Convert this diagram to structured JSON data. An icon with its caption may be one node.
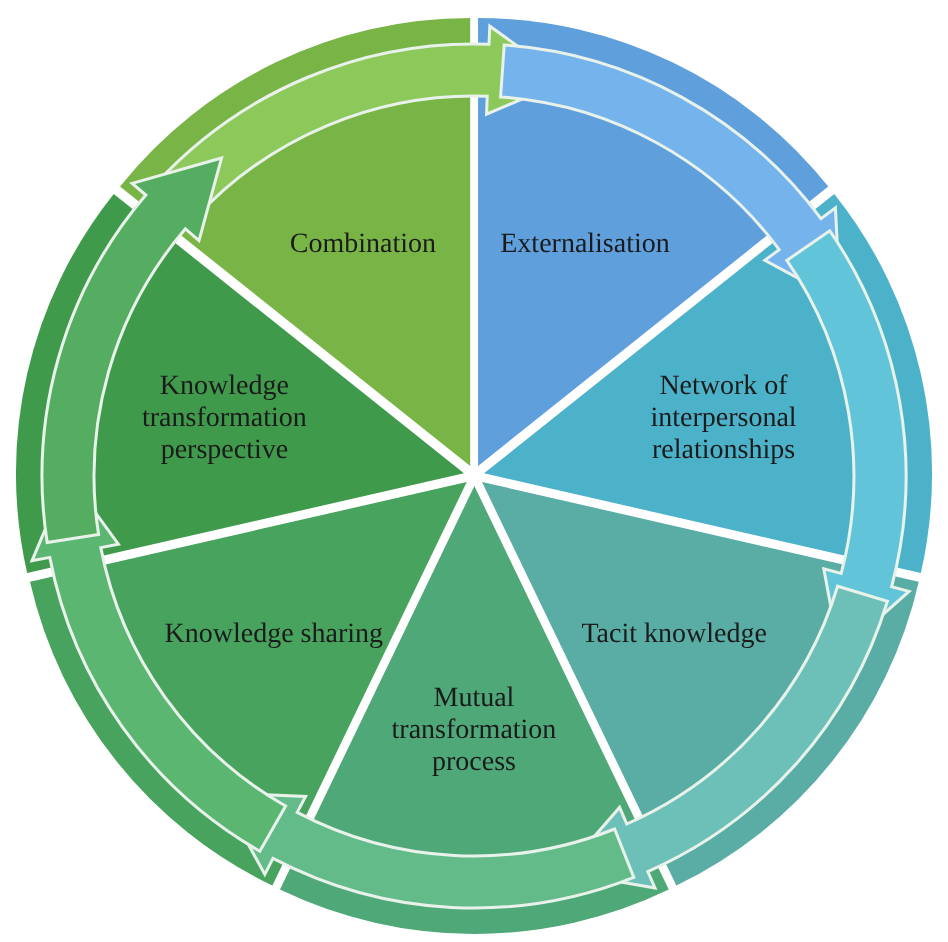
{
  "diagram": {
    "nodes": [
      {
        "text": [
          "Combination"
        ]
      },
      {
        "text": [
          "Externalisation"
        ]
      },
      {
        "text": [
          "Network of interpersonal relationships"
        ]
      },
      {
        "text": [
          "Tacit knowledge"
        ]
      },
      {
        "text": [
          "Mutual transformation process"
        ]
      },
      {
        "text": [
          "Knowledge sharing"
        ]
      },
      {
        "text": [
          "Knowledge transformation perspective"
        ]
      }
    ],
    "edges": [
      {
        "from": 0,
        "to": 1,
        "arrow": "to"
      },
      {
        "from": 1,
        "to": 2,
        "arrow": "to"
      },
      {
        "from": 2,
        "to": 3,
        "arrow": "to"
      },
      {
        "from": 3,
        "to": 4,
        "arrow": "to"
      },
      {
        "from": 4,
        "to": 5,
        "arrow": "to"
      },
      {
        "from": 5,
        "to": 6,
        "arrow": "to"
      },
      {
        "from": 6,
        "to": 0,
        "arrow": "to"
      }
    ]
  }
}
